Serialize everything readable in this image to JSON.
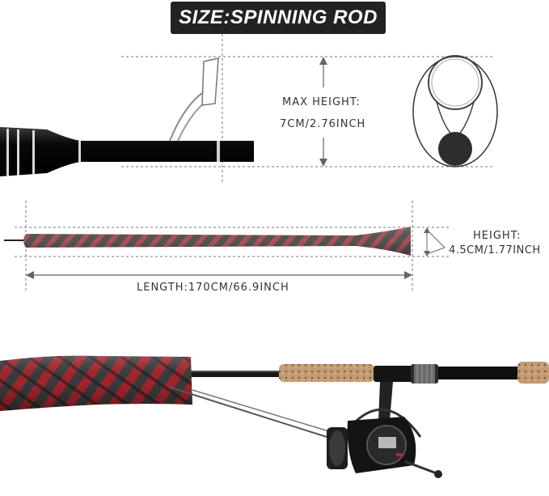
{
  "title": "SIZE:SPINNING ROD",
  "max_height": {
    "label": "MAX HEIGHT:",
    "value": "7CM/2.76INCH"
  },
  "height": {
    "label": "HEIGHT:",
    "value": "4.5CM/1.77INCH"
  },
  "length": {
    "label": "LENGTH:170CM/66.9INCH"
  },
  "colors": {
    "badge_bg": "#222222",
    "badge_text": "#ffffff",
    "sleeve_red": "#b4202a",
    "sleeve_dark": "#2a2a2a",
    "rod_black": "#111111",
    "cork": "#b8926a",
    "dim_line": "#777777"
  },
  "icons": [
    "rod-tip-cross-section-icon",
    "line-guide-ring-icon",
    "spinning-reel-icon"
  ]
}
